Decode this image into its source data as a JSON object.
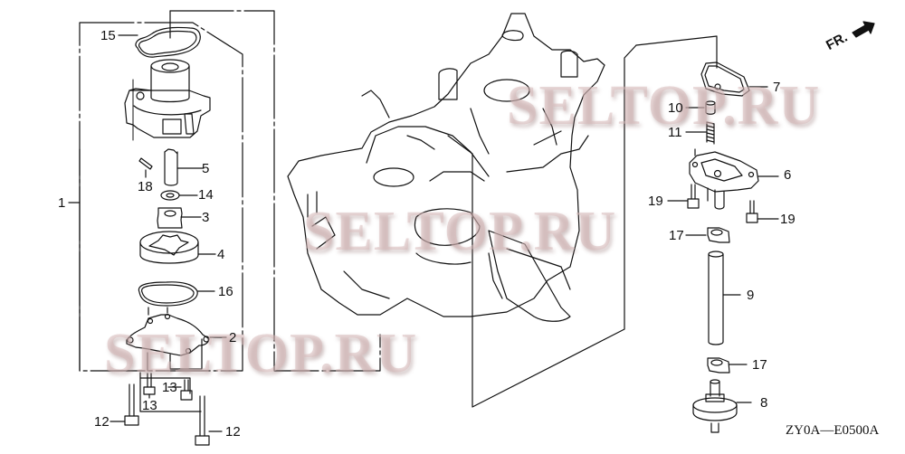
{
  "diagram": {
    "code": "ZY0A—E0500A",
    "direction_label": "FR.",
    "watermark_text": "SELTOP.RU",
    "colors": {
      "line": "#111111",
      "background": "#ffffff",
      "watermark": "#d7b9b9"
    }
  },
  "callouts": [
    {
      "id": "1",
      "label": "1",
      "part": "oil-pump-assembly"
    },
    {
      "id": "2",
      "label": "2",
      "part": "pump-cover"
    },
    {
      "id": "3",
      "label": "3",
      "part": "inner-rotor"
    },
    {
      "id": "4",
      "label": "4",
      "part": "outer-rotor"
    },
    {
      "id": "5",
      "label": "5",
      "part": "pump-shaft"
    },
    {
      "id": "6",
      "label": "6",
      "part": "thermostat-cover"
    },
    {
      "id": "7",
      "label": "7",
      "part": "cover-gasket"
    },
    {
      "id": "8",
      "label": "8",
      "part": "oil-strainer"
    },
    {
      "id": "9",
      "label": "9",
      "part": "tube"
    },
    {
      "id": "10",
      "label": "10",
      "part": "relief-valve-cap"
    },
    {
      "id": "11",
      "label": "11",
      "part": "relief-spring"
    },
    {
      "id": "12a",
      "label": "12",
      "part": "flange-bolt-left"
    },
    {
      "id": "12b",
      "label": "12",
      "part": "flange-bolt-right"
    },
    {
      "id": "13a",
      "label": "13",
      "part": "screw-upper"
    },
    {
      "id": "13b",
      "label": "13",
      "part": "screw-lower"
    },
    {
      "id": "14",
      "label": "14",
      "part": "oil-seal"
    },
    {
      "id": "15",
      "label": "15",
      "part": "pump-gasket"
    },
    {
      "id": "16",
      "label": "16",
      "part": "o-ring"
    },
    {
      "id": "17a",
      "label": "17",
      "part": "tube-clip-upper"
    },
    {
      "id": "17b",
      "label": "17",
      "part": "tube-clip-lower"
    },
    {
      "id": "18",
      "label": "18",
      "part": "dowel-pin"
    },
    {
      "id": "19a",
      "label": "19",
      "part": "flange-bolt-left"
    },
    {
      "id": "19b",
      "label": "19",
      "part": "flange-bolt-right"
    }
  ],
  "watermarks": [
    {
      "text": "SELTOP.RU"
    },
    {
      "text": "SELTOP.RU"
    },
    {
      "text": "SELTOP.RU"
    }
  ]
}
